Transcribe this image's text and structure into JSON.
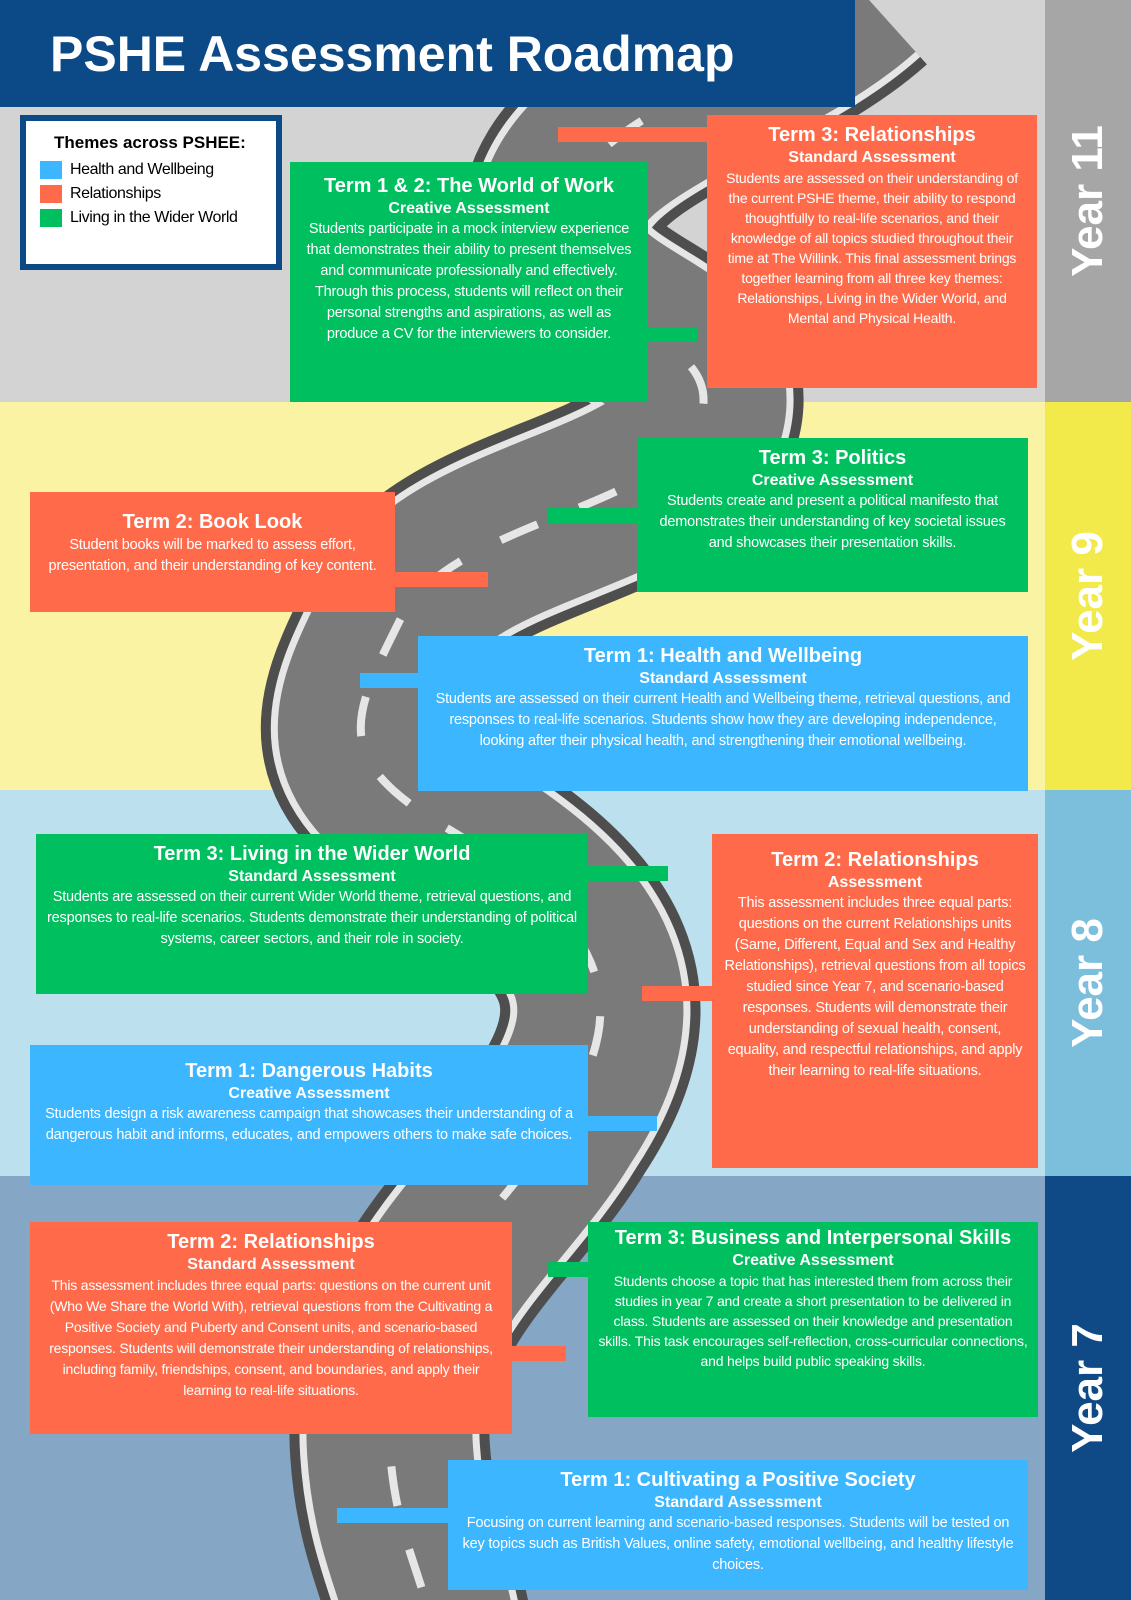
{
  "title": "PSHE Assessment Roadmap",
  "legend": {
    "heading": "Themes across PSHEE:",
    "items": [
      {
        "label": "Health and Wellbeing",
        "color": "#3cb6ff"
      },
      {
        "label": "Relationships",
        "color": "#ff6b4a"
      },
      {
        "label": "Living in the Wider World",
        "color": "#00bf5f"
      }
    ]
  },
  "years": {
    "y11": "Year 11",
    "y9": "Year 9",
    "y8": "Year 8",
    "y7": "Year 7"
  },
  "cards": {
    "y11_t12": {
      "title": "Term 1 & 2: The World of Work",
      "type": "Creative Assessment",
      "body": "Students participate in a mock interview experience that demonstrates their ability to present themselves and communicate professionally and effectively. Through this process, students will reflect on their personal strengths and aspirations, as well as produce a CV for the interviewers to consider."
    },
    "y11_t3": {
      "title": "Term 3: Relationships",
      "type": "Standard Assessment",
      "body": "Students are assessed on their understanding of the current PSHE theme, their ability to respond thoughtfully to real-life scenarios, and their knowledge of all topics studied throughout their time at The Willink. This final assessment brings together learning from all three key themes: Relationships, Living in the Wider World, and Mental and Physical Health."
    },
    "y9_t3": {
      "title": "Term 3: Politics",
      "type": "Creative Assessment",
      "body": "Students create and present a political manifesto that demonstrates their understanding of key societal issues and showcases their presentation skills."
    },
    "y9_t2": {
      "title": "Term 2: Book Look",
      "body": "Student books will be marked to assess effort, presentation, and their understanding of key content."
    },
    "y9_t1": {
      "title": "Term 1: Health and Wellbeing",
      "type": "Standard Assessment",
      "body": "Students are assessed on their current Health and Wellbeing theme, retrieval questions, and responses to real-life scenarios. Students show how they are developing independence, looking after their physical health, and strengthening their emotional wellbeing."
    },
    "y8_t3": {
      "title": "Term 3: Living in the Wider World",
      "type": "Standard Assessment",
      "body": "Students are assessed on their current Wider World theme, retrieval questions, and responses to real-life scenarios. Students demonstrate their understanding of political systems, career sectors, and their role in society."
    },
    "y8_t2": {
      "title": "Term 2: Relationships",
      "type": "Assessment",
      "body": "This assessment includes three equal parts: questions on the current Relationships units (Same, Different, Equal and Sex and Healthy Relationships), retrieval questions from all topics studied since Year 7, and scenario-based responses. Students will demonstrate their understanding of sexual health, consent, equality, and respectful relationships, and apply their learning to real-life situations."
    },
    "y8_t1": {
      "title": "Term 1: Dangerous Habits",
      "type": "Creative Assessment",
      "body": "Students design a risk awareness campaign that showcases their understanding of a dangerous habit and informs, educates, and empowers others to make safe choices."
    },
    "y7_t2": {
      "title": "Term 2: Relationships",
      "type": "Standard Assessment",
      "body": "This assessment includes three equal parts: questions on the current unit (Who We Share the World With), retrieval questions from the Cultivating a Positive Society and Puberty and Consent units, and scenario-based responses. Students will demonstrate their understanding of relationships, including family, friendships, consent, and boundaries, and apply their learning to real-life situations."
    },
    "y7_t3": {
      "title": "Term 3: Business and Interpersonal Skills",
      "type": "Creative Assessment",
      "body": "Students choose a topic that has interested them from across their studies in year 7 and create a short presentation to be delivered in class. Students are assessed on their knowledge and presentation skills. This task encourages self-reflection, cross-curricular connections, and helps build public speaking skills."
    },
    "y7_t1": {
      "title": "Term 1: Cultivating a Positive Society",
      "type": "Standard Assessment",
      "body": "Focusing on current learning and scenario-based responses. Students will be tested on key topics such as British Values, online safety, emotional wellbeing, and healthy lifestyle choices."
    }
  },
  "colors": {
    "navy": "#0b4a87",
    "green": "#00bf5f",
    "orange": "#ff6b4a",
    "blue": "#3cb6ff"
  }
}
